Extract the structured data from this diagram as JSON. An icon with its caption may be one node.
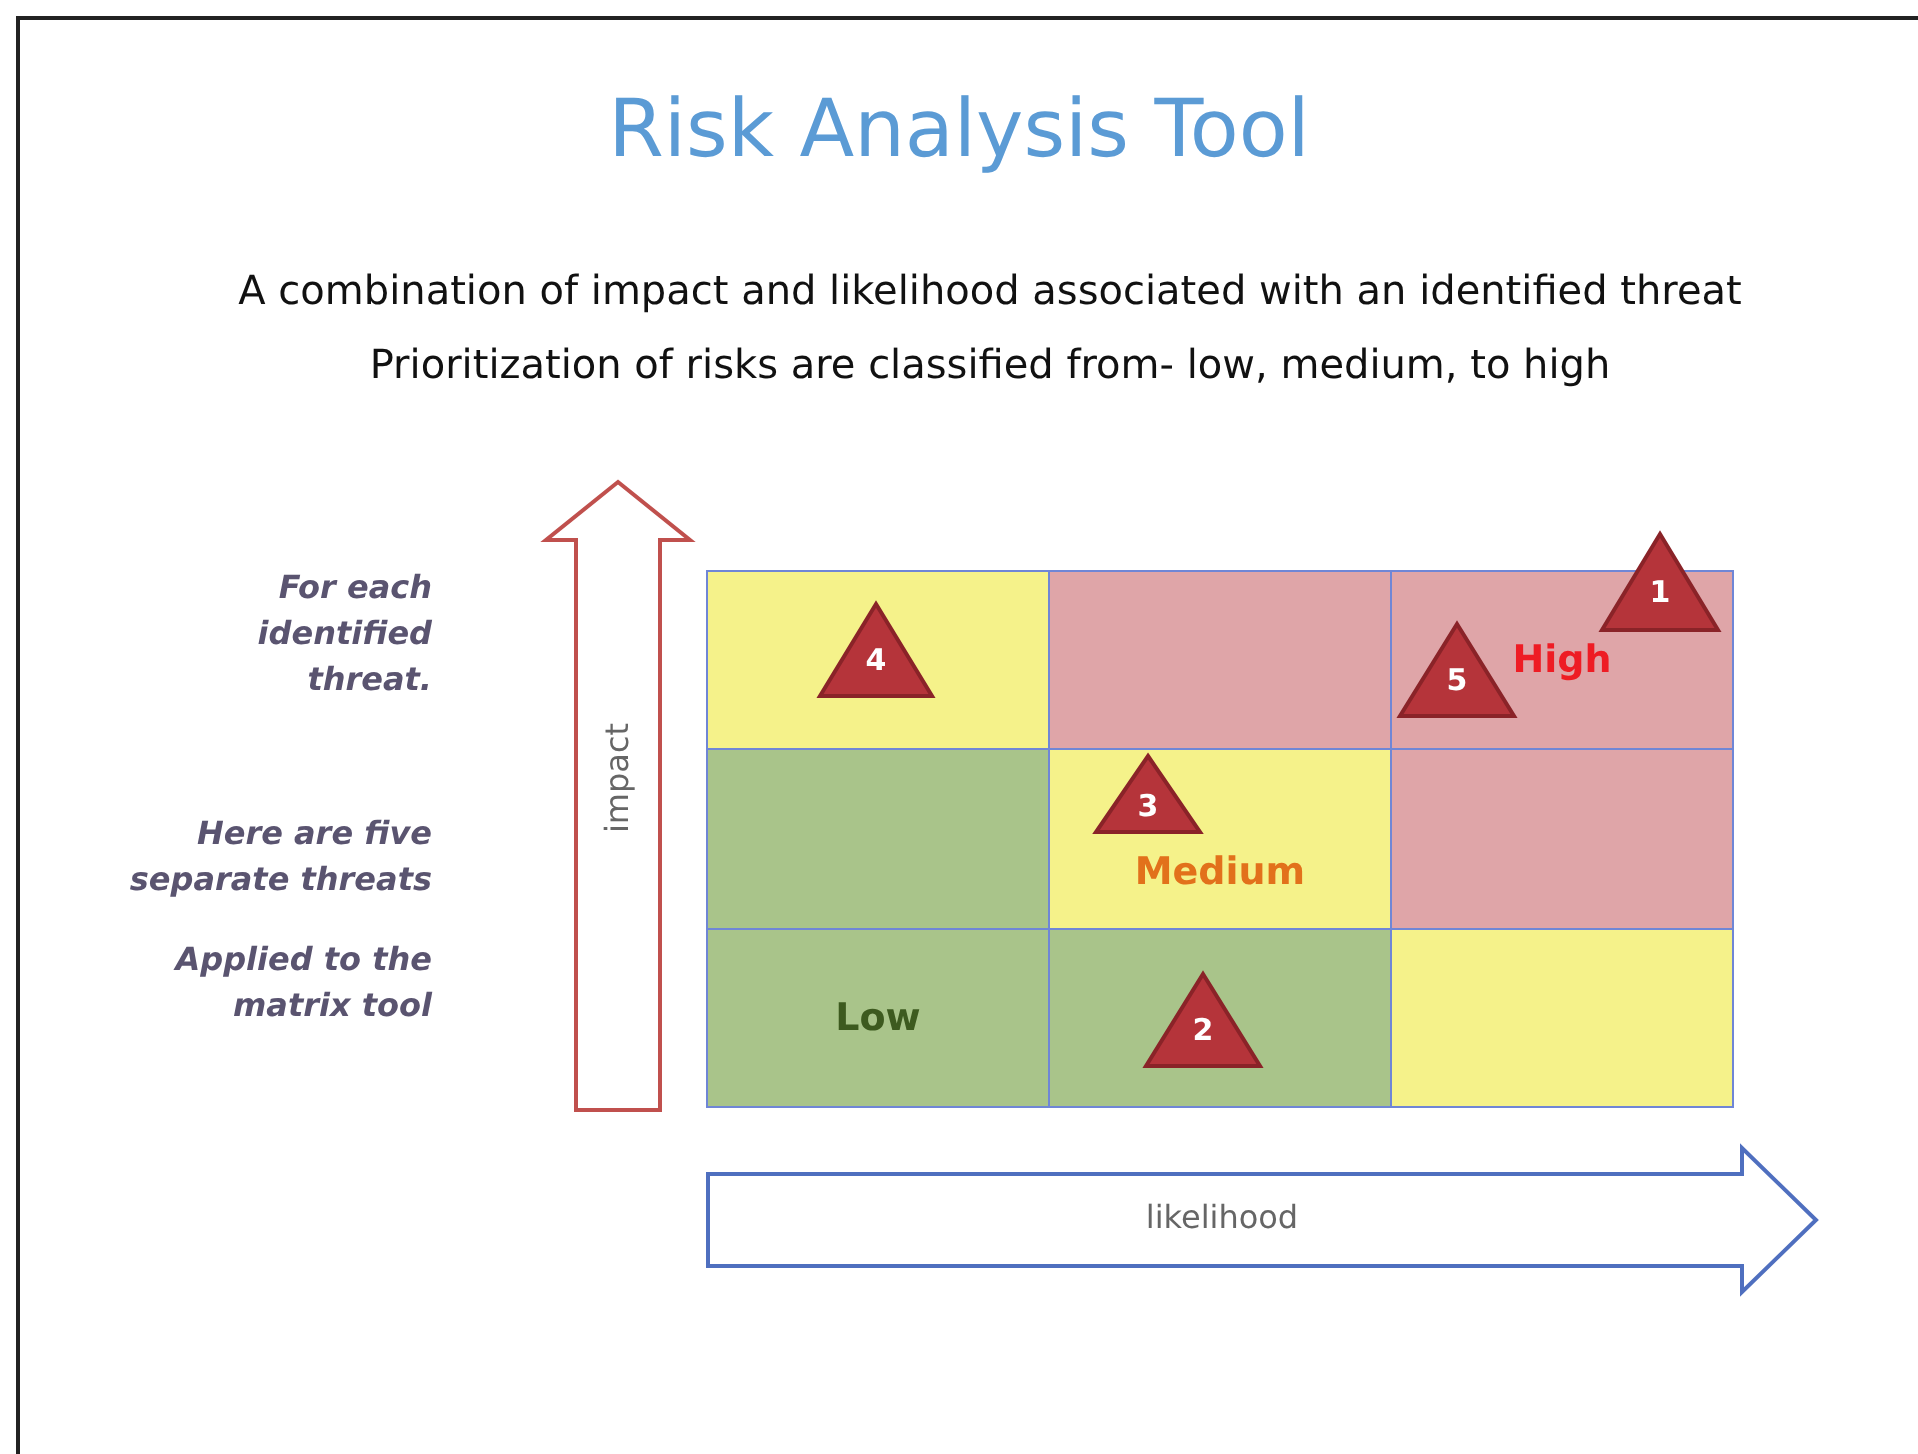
{
  "diagram": {
    "title": "Risk Analysis Tool",
    "nodes": [
      {
        "text": [
          "impact"
        ]
      },
      {
        "text": [],
        "shape": "box"
      },
      {
        "text": [],
        "shape": "box"
      },
      {
        "text": [
          "High"
        ]
      },
      {
        "text": [],
        "shape": "box"
      },
      {
        "text": [
          "Medium"
        ]
      },
      {
        "text": [],
        "shape": "box"
      },
      {
        "text": [
          "Low"
        ]
      },
      {
        "text": [],
        "shape": "box"
      },
      {
        "text": [],
        "shape": "box"
      },
      {
        "text": [
          "1"
        ]
      },
      {
        "text": [
          "4"
        ],
        "in": 1
      },
      {
        "text": [
          "5"
        ],
        "in": 3
      },
      {
        "text": [
          "3"
        ],
        "in": 5
      },
      {
        "text": [
          "2"
        ],
        "in": 8
      },
      {
        "text": [
          "likelihood"
        ]
      }
    ],
    "labels": [
      "A combination of impact and likelihood associated with an identified threat",
      "Prioritization of risks are classified from- low, medium, to high",
      "For each identified threat.",
      "Here are five separate threats",
      "Applied to the matrix tool"
    ]
  }
}
